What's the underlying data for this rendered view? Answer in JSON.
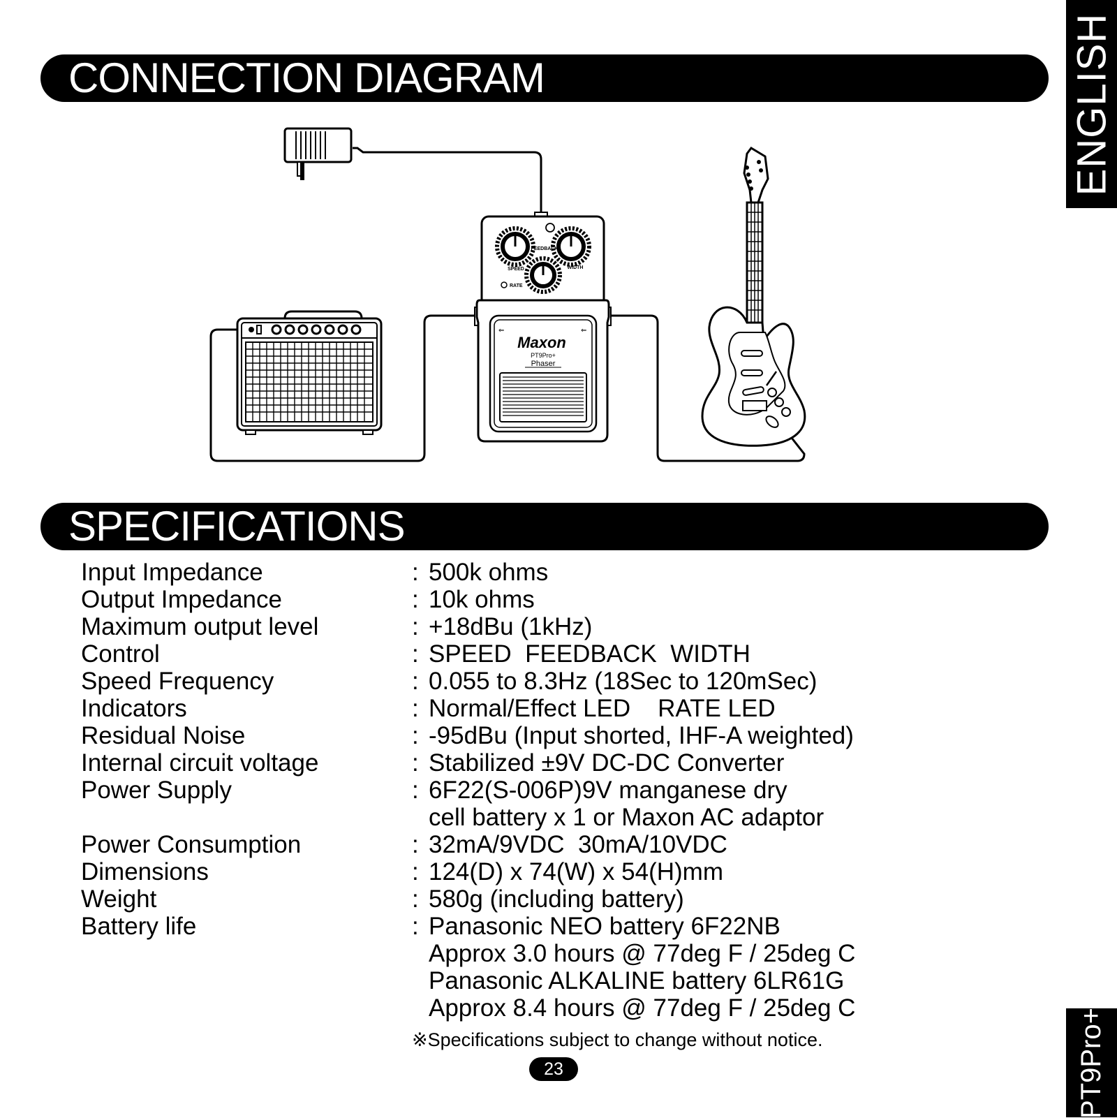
{
  "sections": {
    "connection_title": "CONNECTION DIAGRAM",
    "specs_title": "SPECIFICATIONS"
  },
  "side_tabs": {
    "language": "ENGLISH",
    "model": "PT9Pro+"
  },
  "diagram": {
    "pedal_brand": "Maxon",
    "pedal_model": "PT9Pro+",
    "pedal_name": "Phaser",
    "knob_labels": {
      "speed": "SPEED",
      "feedback": "FEEDBACK",
      "width": "WIDTH",
      "rate": "RATE"
    },
    "icons": [
      "ac-adaptor-icon",
      "amplifier-icon",
      "phaser-pedal-icon",
      "electric-guitar-icon"
    ]
  },
  "specs": [
    {
      "label": "Input Impedance",
      "values": [
        "500k ohms"
      ]
    },
    {
      "label": "Output Impedance",
      "values": [
        "10k ohms"
      ]
    },
    {
      "label": "Maximum output level",
      "values": [
        "+18dBu (1kHz)"
      ]
    },
    {
      "label": "Control",
      "values": [
        "SPEED  FEEDBACK  WIDTH"
      ]
    },
    {
      "label": "Speed Frequency",
      "values": [
        "0.055 to 8.3Hz (18Sec to 120mSec)"
      ]
    },
    {
      "label": "Indicators",
      "values": [
        "Normal/Effect LED    RATE LED"
      ]
    },
    {
      "label": "Residual Noise",
      "values": [
        "-95dBu (Input shorted, IHF-A weighted)"
      ]
    },
    {
      "label": "Internal circuit voltage",
      "values": [
        "Stabilized ±9V DC-DC Converter"
      ]
    },
    {
      "label": "Power Supply",
      "values": [
        "6F22(S-006P)9V manganese dry",
        "cell battery x 1 or Maxon AC adaptor"
      ]
    },
    {
      "label": "Power Consumption",
      "values": [
        "32mA/9VDC  30mA/10VDC"
      ]
    },
    {
      "label": "Dimensions",
      "values": [
        "124(D) x 74(W) x 54(H)mm"
      ]
    },
    {
      "label": "Weight",
      "values": [
        "580g (including battery)"
      ]
    },
    {
      "label": "Battery life",
      "values": [
        "Panasonic NEO battery 6F22NB",
        "Approx 3.0 hours @ 77deg F / 25deg C",
        "Panasonic ALKALINE battery 6LR61G",
        "Approx 8.4 hours @ 77deg F / 25deg C"
      ]
    }
  ],
  "note": "※Specifications subject to change without notice.",
  "page_number": "23"
}
